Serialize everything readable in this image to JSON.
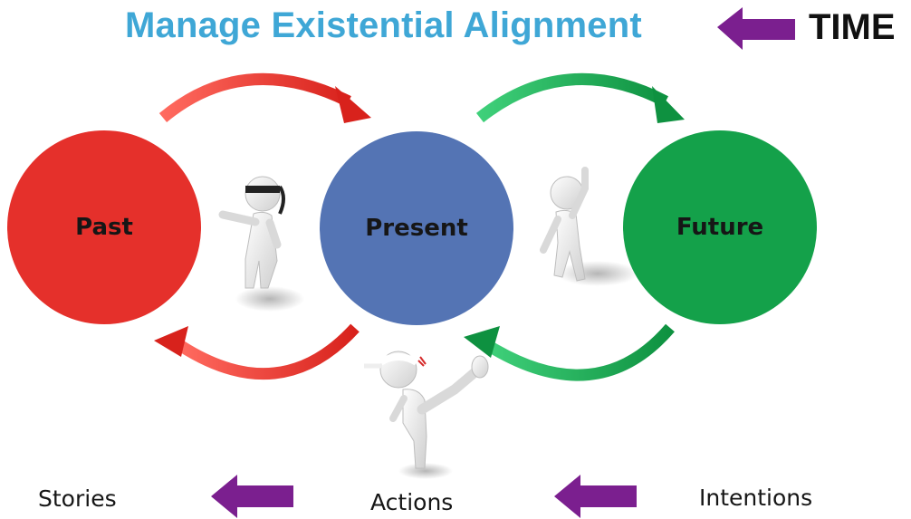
{
  "title": "Manage Existential Alignment",
  "time_label": "TIME",
  "nodes": [
    {
      "label": "Past",
      "color": "#e5302b"
    },
    {
      "label": "Present",
      "color": "#5474b4"
    },
    {
      "label": "Future",
      "color": "#14a14a"
    }
  ],
  "bottom_labels": {
    "stories": "Stories",
    "actions": "Actions",
    "intentions": "Intentions"
  },
  "colors": {
    "title": "#3fa7d6",
    "direction_arrow": "#7b1f8f",
    "red_arrow": "#e5302b",
    "green_arrow": "#14a14a"
  },
  "icons": [
    "stick-figure-fighter-icon",
    "stick-figure-thinker-icon",
    "stick-figure-kicker-icon",
    "purple-left-arrow-icon",
    "curved-red-arrow-icon",
    "curved-green-arrow-icon"
  ]
}
